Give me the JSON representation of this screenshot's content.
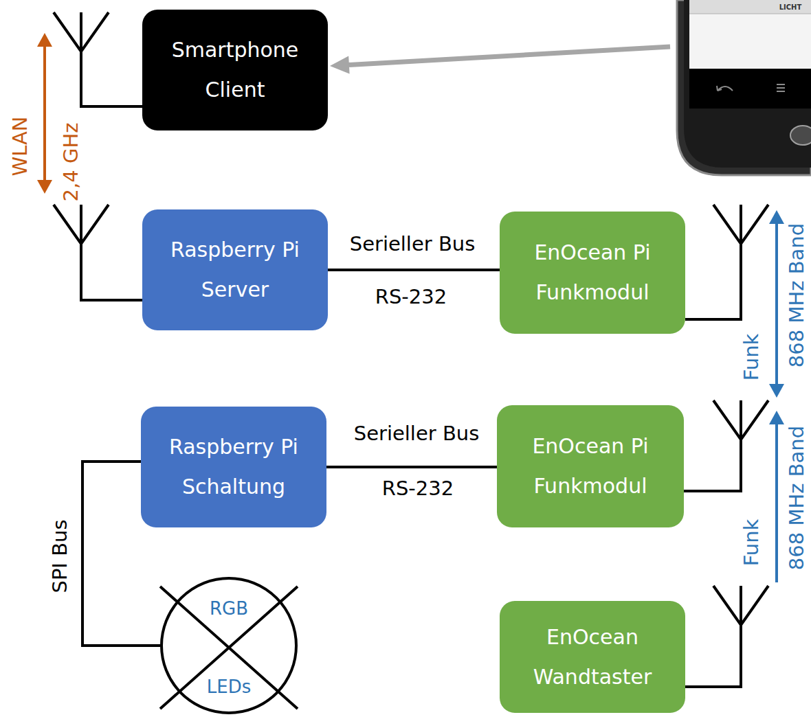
{
  "diagram": {
    "nodes": [
      {
        "text": [
          "Smartphone Client"
        ]
      },
      {
        "text": [
          "Raspberry Pi Server"
        ]
      },
      {
        "text": [
          "EnOcean Pi Funkmodul"
        ]
      },
      {
        "text": [
          "Raspberry Pi Schaltung"
        ]
      },
      {
        "text": [
          "EnOcean Pi Funkmodul"
        ]
      },
      {
        "text": [
          "RGB",
          "LEDs"
        ]
      },
      {
        "text": [
          "EnOcean Wandtaster"
        ]
      }
    ],
    "edges": [
      {
        "from": 1,
        "to": 2,
        "arrow": "none",
        "label": "Serieller Bus"
      },
      {
        "from": 3,
        "to": 4,
        "arrow": "none",
        "label": "Serieller Bus"
      },
      {
        "from": 3,
        "to": 5,
        "arrow": "none",
        "label": "SPI Bus"
      }
    ],
    "labels": [
      "RS-232",
      "RS-232",
      "WLAN",
      "2,4 GHz",
      "Funk",
      "868 MHz Band",
      "Funk",
      "868 MHz Band",
      "LICHT"
    ]
  }
}
